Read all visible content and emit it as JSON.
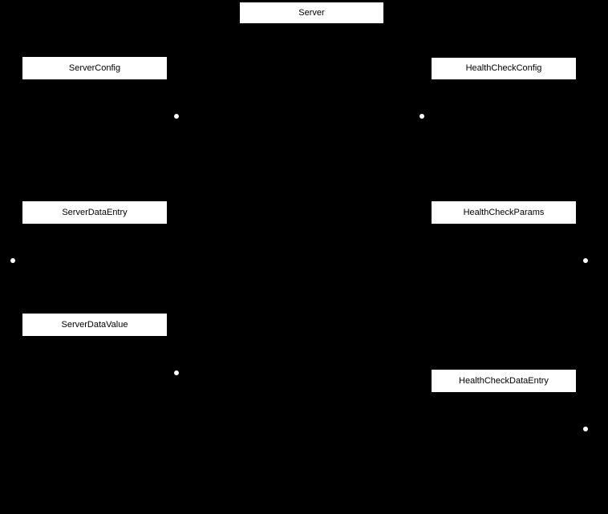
{
  "diagram": {
    "nodes": [
      "Server",
      "ServerConfig",
      "HealthCheckConfig",
      "ServerDataEntry",
      "HealthCheckParams",
      "ServerDataValue",
      "HealthCheckDataEntry"
    ],
    "colors": {
      "background": "#000000",
      "node-fill": "#ffffff",
      "node-text": "#000000",
      "dot": "#ffffff"
    }
  }
}
